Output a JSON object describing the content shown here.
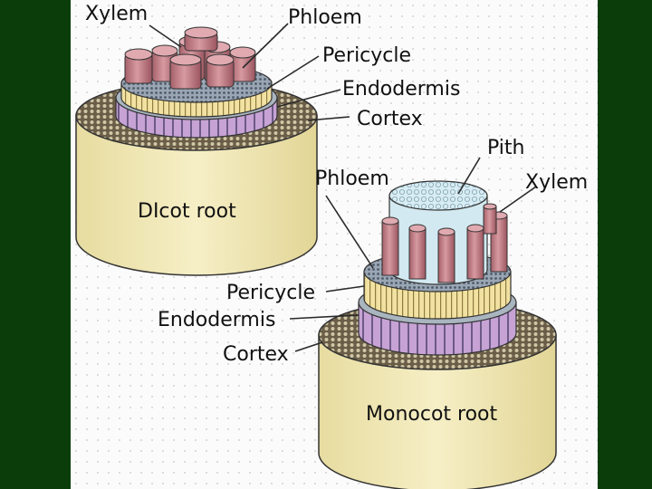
{
  "labels": {
    "dicot": {
      "xylem": "Xylem",
      "phloem": "Phloem",
      "pericycle": "Pericycle",
      "endodermis": "Endodermis",
      "cortex": "Cortex",
      "title": "DIcot root"
    },
    "monocot": {
      "pith": "Pith",
      "xylem": "Xylem",
      "phloem": "Phloem",
      "pericycle": "Pericycle",
      "endodermis": "Endodermis",
      "cortex": "Cortex",
      "title": "Monocot root"
    }
  },
  "colors": {
    "background": "#0b3d0b",
    "panel": "#fbfbfb",
    "cortex_body": "#f0e8b4",
    "cortex_texture": "#5a4e3a",
    "endodermis": "#c9a9d6",
    "pericycle": "#efe0a0",
    "xylem": "#c98a8f",
    "pith": "#cfe6ee"
  }
}
